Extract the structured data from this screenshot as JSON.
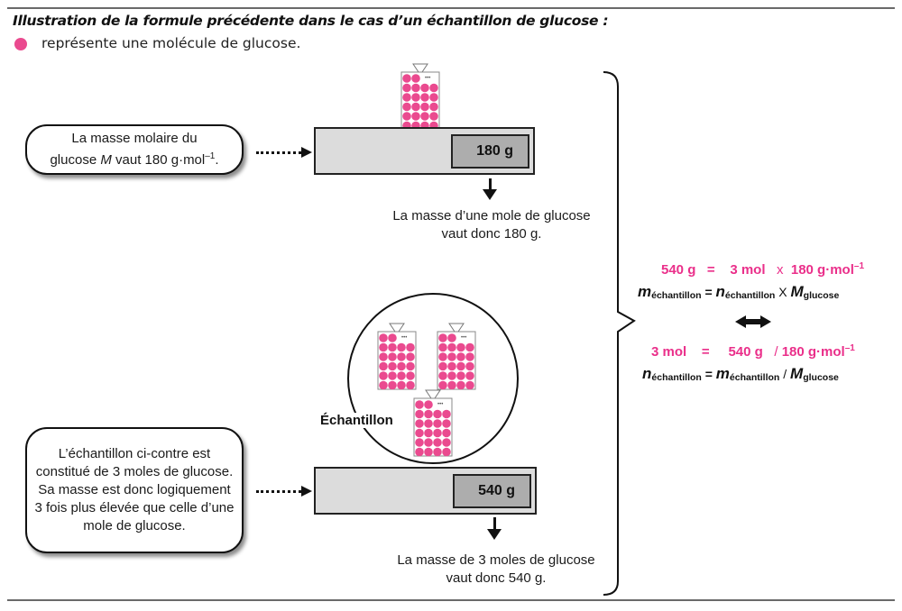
{
  "heading": "Illustration de la formule précédente dans le cas d’un échantillon de glucose :",
  "legend": {
    "dot_color": "#ea4a8f",
    "text": "représente une molécule de glucose."
  },
  "top_section": {
    "bubble_line1": "La masse molaire du",
    "bubble_line2_pre": "glucose ",
    "bubble_line2_var": "M",
    "bubble_line2_post": " vaut 180 g·mol",
    "bubble_line2_exp": "–1",
    "bubble_line2_end": ".",
    "scale_reading": "180 g",
    "caption_line1": "La masse d’une mole de glucose",
    "caption_line2": "vaut donc 180 g."
  },
  "bottom_section": {
    "bubble_text": "L’échantillon ci-contre est constitué de 3 moles de glucose. Sa masse est donc logiquement 3 fois plus élevée que celle d’une mole de glucose.",
    "sample_label": "Échantillon",
    "scale_reading": "540 g",
    "caption_line1": "La masse de 3 moles de glucose",
    "caption_line2": "vaut donc 540 g."
  },
  "bag": {
    "molecules_per_bag": 22,
    "molecule_color": "#ea4a8f",
    "bags_in_sample": 3
  },
  "equations": {
    "accent_color": "#ea2f8a",
    "eq1": {
      "lhs": "540 g",
      "eq": "=",
      "a": "3 mol",
      "op": "x",
      "b": "180 g·mol",
      "b_exp": "–1"
    },
    "eq1_symbolic": {
      "lhs_var": "m",
      "lhs_sub": "échantillon",
      "eq": "=",
      "a_var": "n",
      "a_sub": "échantillon",
      "op": "X",
      "b_var": "M",
      "b_sub": "glucose"
    },
    "equivalence_symbol": "↔",
    "eq2": {
      "lhs": "3 mol",
      "eq": "=",
      "a": "540 g",
      "op": "/",
      "b": "180 g·mol",
      "b_exp": "–1"
    },
    "eq2_symbolic": {
      "lhs_var": "n",
      "lhs_sub": "échantillon",
      "eq": "=",
      "a_var": "m",
      "a_sub": "échantillon",
      "op": "/",
      "b_var": "M",
      "b_sub": "glucose"
    }
  }
}
